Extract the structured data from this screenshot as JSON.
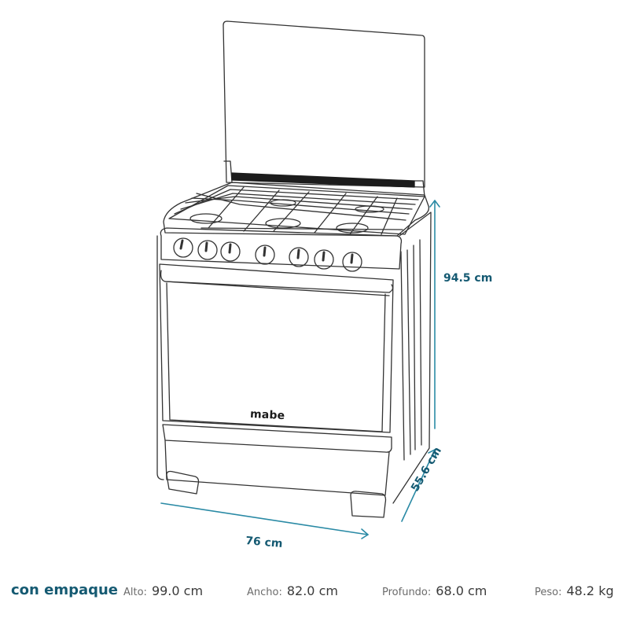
{
  "product": {
    "brand": "mabe",
    "illustration": "gas-range-line-drawing"
  },
  "dimensions": {
    "height": "94.5 cm",
    "width": "76 cm",
    "depth": "55.6 cm"
  },
  "packaged_specs": {
    "title": "con empaque",
    "items": [
      {
        "label": "Alto:",
        "value": "99.0 cm"
      },
      {
        "label": "Ancho:",
        "value": "82.0 cm"
      },
      {
        "label": "Profundo:",
        "value": "68.0 cm"
      },
      {
        "label": "Peso:",
        "value": "48.2 kg"
      }
    ]
  },
  "colors": {
    "accent": "#155a72",
    "arrow": "#2a8aa5",
    "line": "#333333",
    "label_gray": "#6b6b6b",
    "value_gray": "#3a3a3a"
  }
}
